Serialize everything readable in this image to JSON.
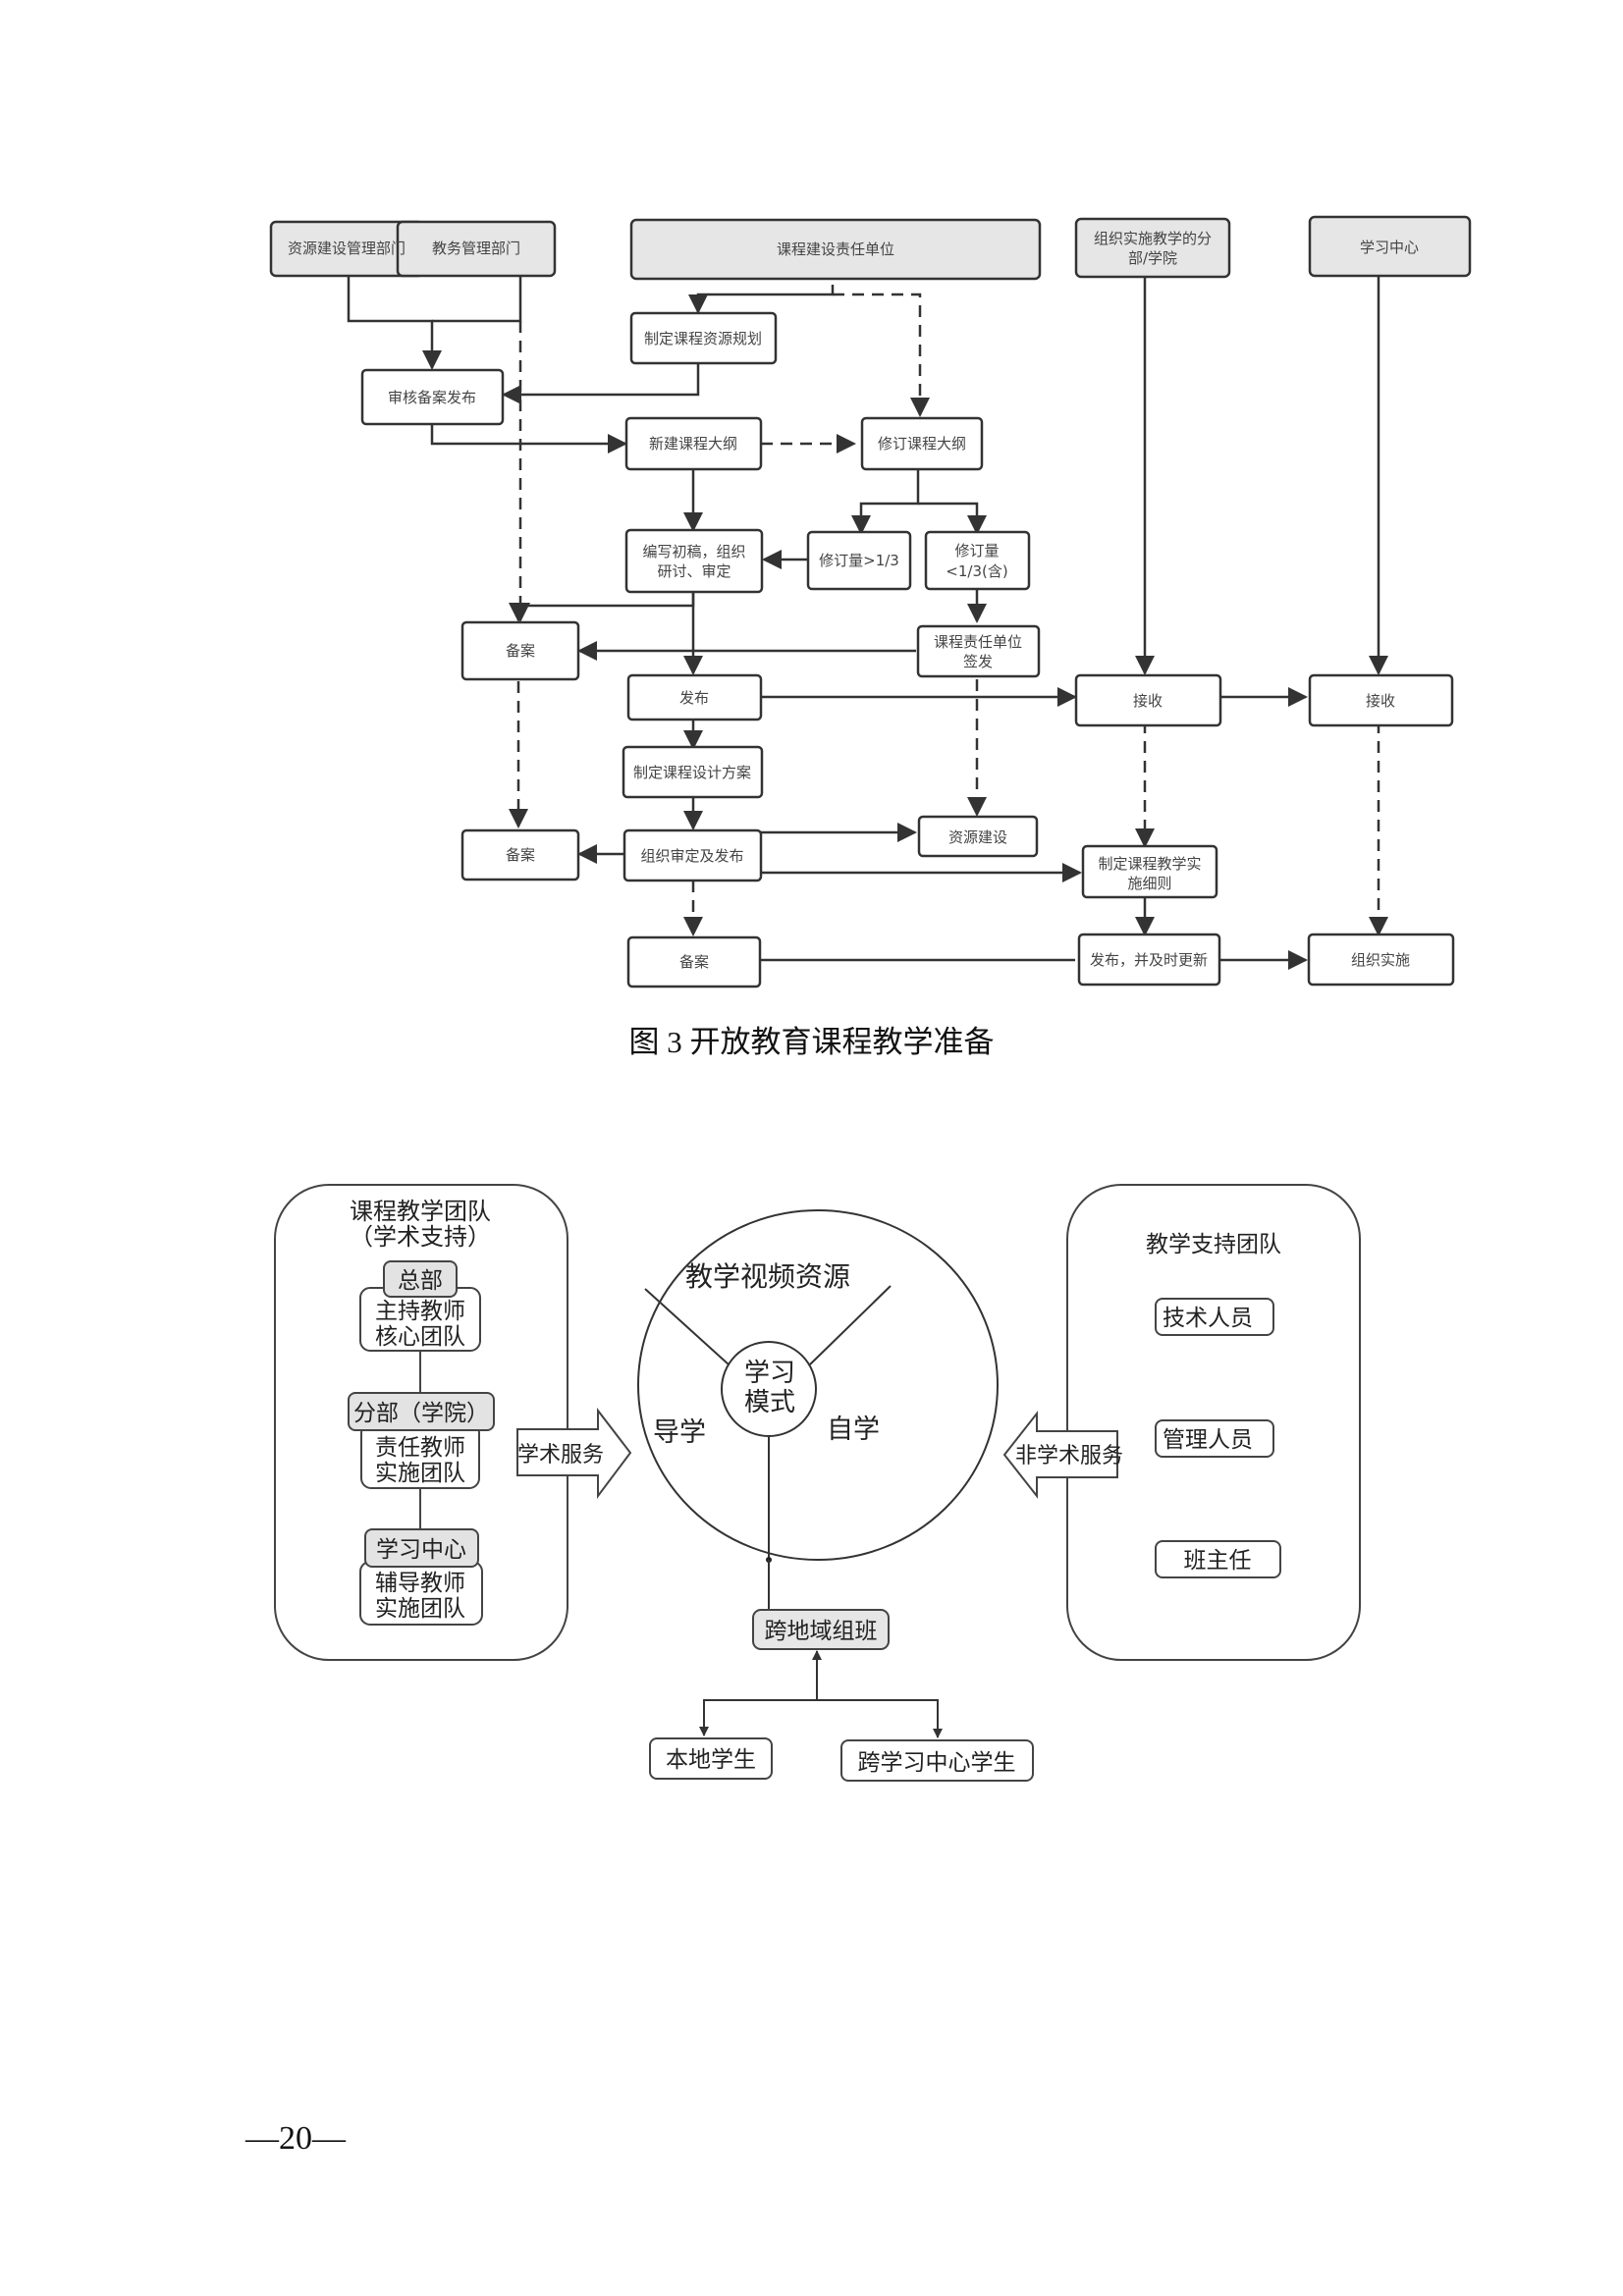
{
  "figure3": {
    "caption": "图 3  开放教育课程教学准备",
    "headers": {
      "resource_dept": "资源建设管理部门",
      "academic_dept": "教务管理部门",
      "course_unit": "课程建设责任单位",
      "branch_line1": "组织实施教学的分",
      "branch_line2": "部/学院",
      "learning_center": "学习中心"
    },
    "nodes": {
      "resource_plan": "制定课程资源规划",
      "review_publish": "审核备案发布",
      "new_syllabus": "新建课程大纲",
      "revise_syllabus": "修订课程大纲",
      "draft_line1": "编写初稿，组织",
      "draft_line2": "研讨、审定",
      "revise_gt": "修订量>1/3",
      "revise_lt_line1": "修订量",
      "revise_lt_line2": "<1/3(含)",
      "file1": "备案",
      "unit_sign_line1": "课程责任单位",
      "unit_sign_line2": "签发",
      "publish": "发布",
      "receive_branch": "接收",
      "receive_center": "接收",
      "design_plan": "制定课程设计方案",
      "resource_build": "资源建设",
      "file2": "备案",
      "review_release": "组织审定及发布",
      "rules_line1": "制定课程教学实",
      "rules_line2": "施细则",
      "file3": "备案",
      "publish_update": "发布，并及时更新",
      "implement": "组织实施"
    }
  },
  "figure4": {
    "left_team_title1": "课程教学团队",
    "left_team_title2": "（学术支持）",
    "hq_tag": "总部",
    "hq_team_line1": "主持教师",
    "hq_team_line2": "核心团队",
    "branch_tag": "分部（学院）",
    "branch_team_line1": "责任教师",
    "branch_team_line2": "实施团队",
    "center_tag": "学习中心",
    "center_team_line1": "辅导教师",
    "center_team_line2": "实施团队",
    "academic_service": "学术服务",
    "non_academic_service": "非学术服务",
    "video_resources": "教学视频资源",
    "guided_learning": "导学",
    "self_learning": "自学",
    "mode_line1": "学习",
    "mode_line2": "模式",
    "right_team_title": "教学支持团队",
    "tech_staff": "技术人员",
    "admin_staff": "管理人员",
    "class_teacher": "班主任",
    "cross_region_class": "跨地域组班",
    "local_students": "本地学生",
    "cross_center_students": "跨学习中心学生"
  },
  "page_number": "—20—"
}
